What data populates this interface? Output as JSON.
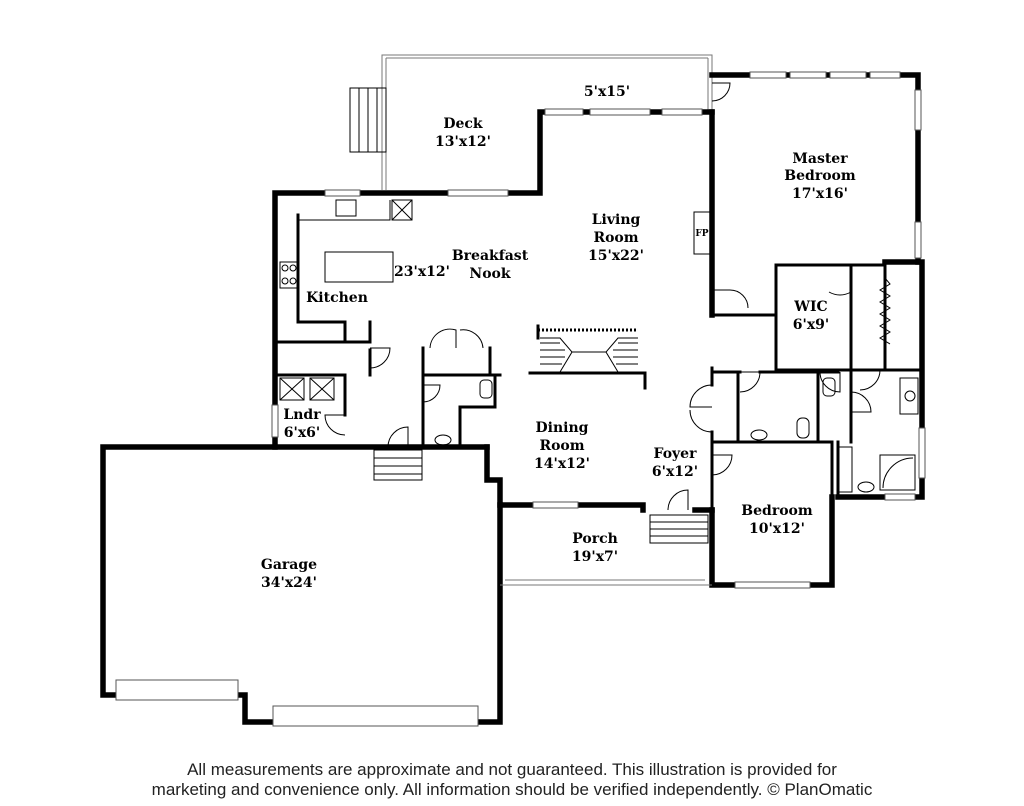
{
  "rooms": [
    {
      "id": "deck",
      "name_lines": [
        "Deck"
      ],
      "size": "13'x12'"
    },
    {
      "id": "deck-extension",
      "name_lines": [],
      "size": "5'x15'"
    },
    {
      "id": "master-bedroom",
      "name_lines": [
        "Master",
        "Bedroom"
      ],
      "size": "17'x16'"
    },
    {
      "id": "living-room",
      "name_lines": [
        "Living",
        "Room"
      ],
      "size": "15'x22'"
    },
    {
      "id": "breakfast-nook",
      "name_lines": [
        "Breakfast",
        "Nook"
      ],
      "size": ""
    },
    {
      "id": "kitchen",
      "name_lines": [
        "Kitchen"
      ],
      "size": "23'x12'"
    },
    {
      "id": "wic",
      "name_lines": [
        "WIC"
      ],
      "size": "6'x9'"
    },
    {
      "id": "laundry",
      "name_lines": [
        "Lndr"
      ],
      "size": "6'x6'"
    },
    {
      "id": "dining-room",
      "name_lines": [
        "Dining",
        "Room"
      ],
      "size": "14'x12'"
    },
    {
      "id": "foyer",
      "name_lines": [
        "Foyer"
      ],
      "size": "6'x12'"
    },
    {
      "id": "bedroom",
      "name_lines": [
        "Bedroom"
      ],
      "size": "10'x12'"
    },
    {
      "id": "porch",
      "name_lines": [
        "Porch"
      ],
      "size": "19'x7'"
    },
    {
      "id": "garage",
      "name_lines": [
        "Garage"
      ],
      "size": "34'x24'"
    }
  ],
  "fireplace_label": "FP",
  "disclaimer": {
    "line1": "All measurements are approximate and not guaranteed. This illustration is provided for",
    "line2": "marketing and convenience only. All information should be verified independently. © PlanOmatic"
  }
}
